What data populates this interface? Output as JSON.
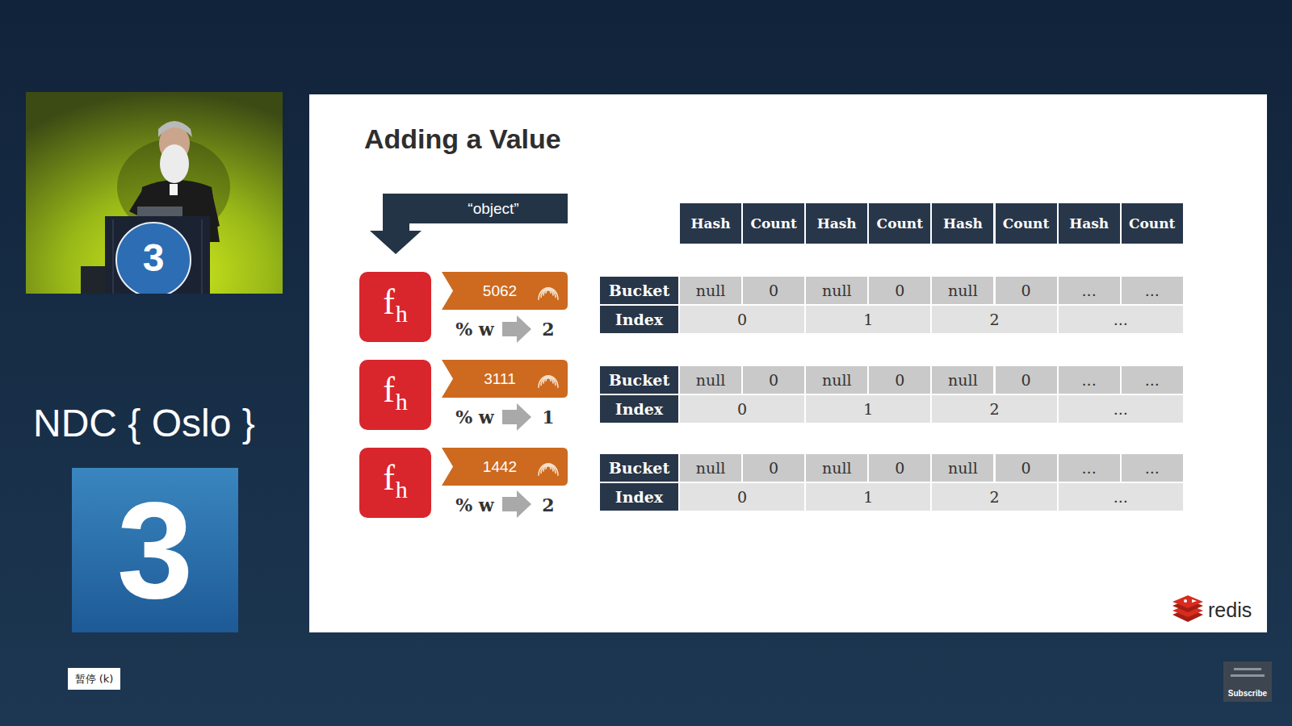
{
  "diagram": {
    "title": "Adding a Value",
    "nodes": [
      {
        "text": [
          "“object”"
        ]
      },
      {
        "text": [
          "f",
          "h"
        ]
      },
      {
        "text": [
          "5062"
        ]
      },
      {
        "text": [
          "f",
          "h"
        ]
      },
      {
        "text": [
          "3111"
        ]
      },
      {
        "text": [
          "f",
          "h"
        ]
      },
      {
        "text": [
          "1442"
        ]
      }
    ],
    "labels": [
      "3",
      "Hash",
      "Count",
      "Hash",
      "Count",
      "Hash",
      "Count",
      "Hash",
      "Count",
      "% w",
      "2",
      "Bucket",
      "null",
      "0",
      "null",
      "0",
      "null",
      "0",
      "...",
      "...",
      "Index",
      "0",
      "1",
      "2",
      "...",
      "% w",
      "1",
      "Bucket",
      "null",
      "0",
      "null",
      "0",
      "null",
      "0",
      "...",
      "...",
      "Index",
      "0",
      "1",
      "2",
      "...",
      "% w",
      "2",
      "Bucket",
      "null",
      "0",
      "null",
      "0",
      "null",
      "0",
      "...",
      "...",
      "Index",
      "0",
      "1",
      "2",
      "...",
      "NDC { Oslo }",
      "3",
      "暂停 (k)",
      "redis",
      "Subscribe"
    ]
  }
}
